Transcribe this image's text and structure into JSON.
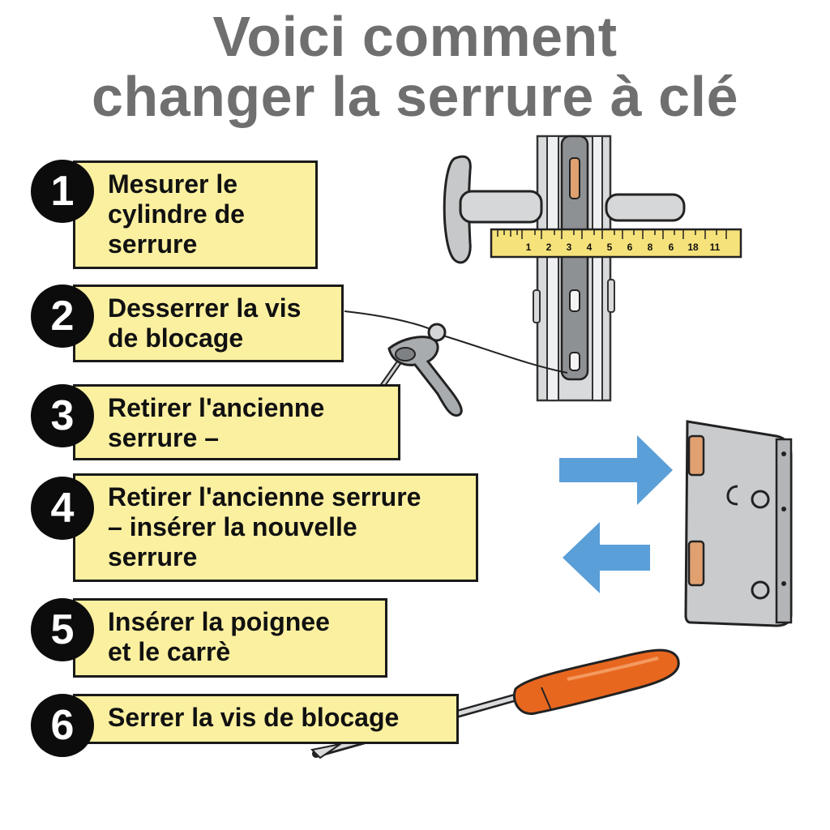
{
  "title": {
    "line1": "Voici comment",
    "line2": "changer la serrure à clé"
  },
  "steps": [
    {
      "number": "1",
      "text": "Mesurer le\ncylindre de\nserrure"
    },
    {
      "number": "2",
      "text": "Desserrer la vis\nde blocage"
    },
    {
      "number": "3",
      "text": "Retirer l'ancienne\nserrure –"
    },
    {
      "number": "4",
      "text": "Retirer l'ancienne serrure\n– insérer la nouvelle\nserrure"
    },
    {
      "number": "5",
      "text": "Insérer la poignee\net le carrè"
    },
    {
      "number": "6",
      "text": "Serrer la vis de blocage"
    }
  ],
  "ruler": {
    "ticks": [
      "1",
      "2",
      "3",
      "4",
      "5",
      "6",
      "8",
      "6",
      "18",
      "11"
    ]
  },
  "colors": {
    "title": "#6f6f6f",
    "step_box": "#fbf0a0",
    "arrow": "#5a9fd8",
    "screwdriver_handle": "#e8671f",
    "lock_body": "#c9cbcd",
    "hinge": "#e0a070"
  },
  "icons": [
    "door-handle-icon",
    "ruler-icon",
    "key-icon",
    "arrow-right-icon",
    "arrow-left-icon",
    "mortise-lock-icon",
    "screwdriver-icon"
  ]
}
